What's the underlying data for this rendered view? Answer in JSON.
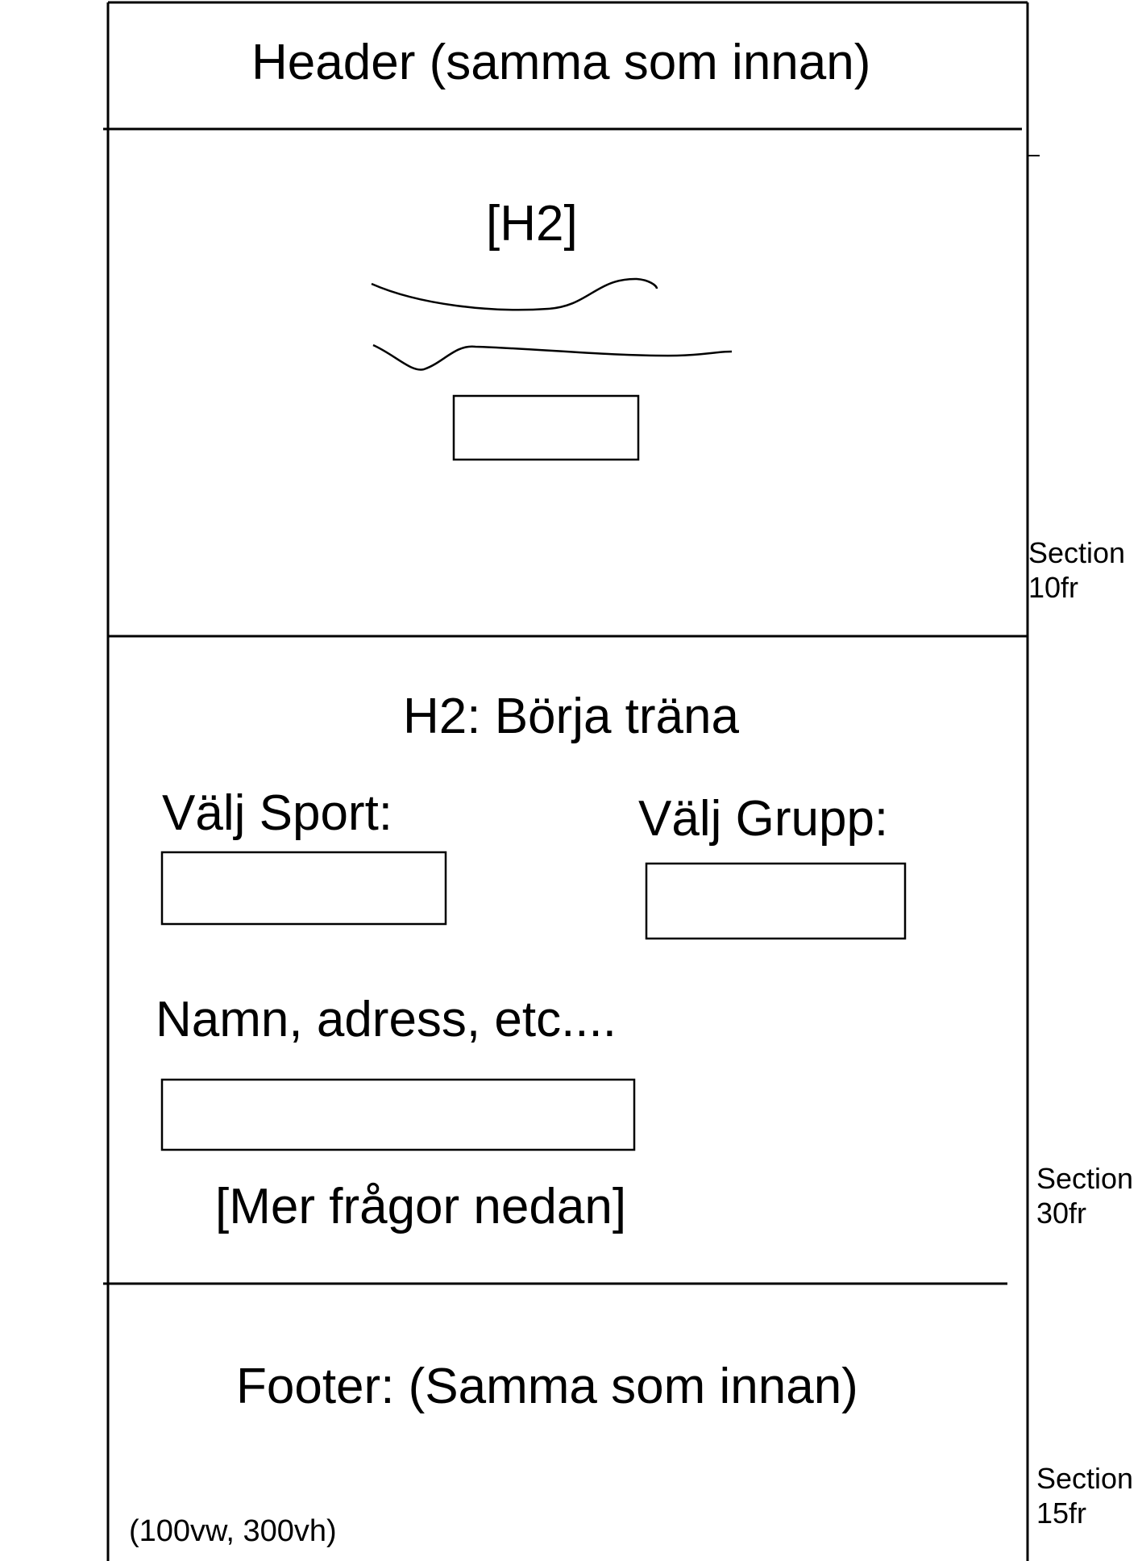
{
  "header": {
    "text": "Header (samma som innan)"
  },
  "hero": {
    "heading_placeholder": "[H2]",
    "scribble_lines": 2,
    "button_placeholder_count": 1
  },
  "form_section": {
    "heading": "H2: Börja träna",
    "sport_label": "Välj Sport:",
    "group_label": "Välj Grupp:",
    "details_label": "Namn, adress, etc....",
    "more_questions": "[Mer frågor nedan]"
  },
  "footer": {
    "text": "Footer: (Samma som innan)",
    "viewport_note": "(100vw, 300vh)"
  },
  "annotations": [
    {
      "title": "Section",
      "size": "10fr"
    },
    {
      "title": "Section",
      "size": "30fr"
    },
    {
      "title": "Section",
      "size": "15fr"
    }
  ],
  "colors": {
    "ink": "#000000",
    "paper": "#ffffff"
  }
}
